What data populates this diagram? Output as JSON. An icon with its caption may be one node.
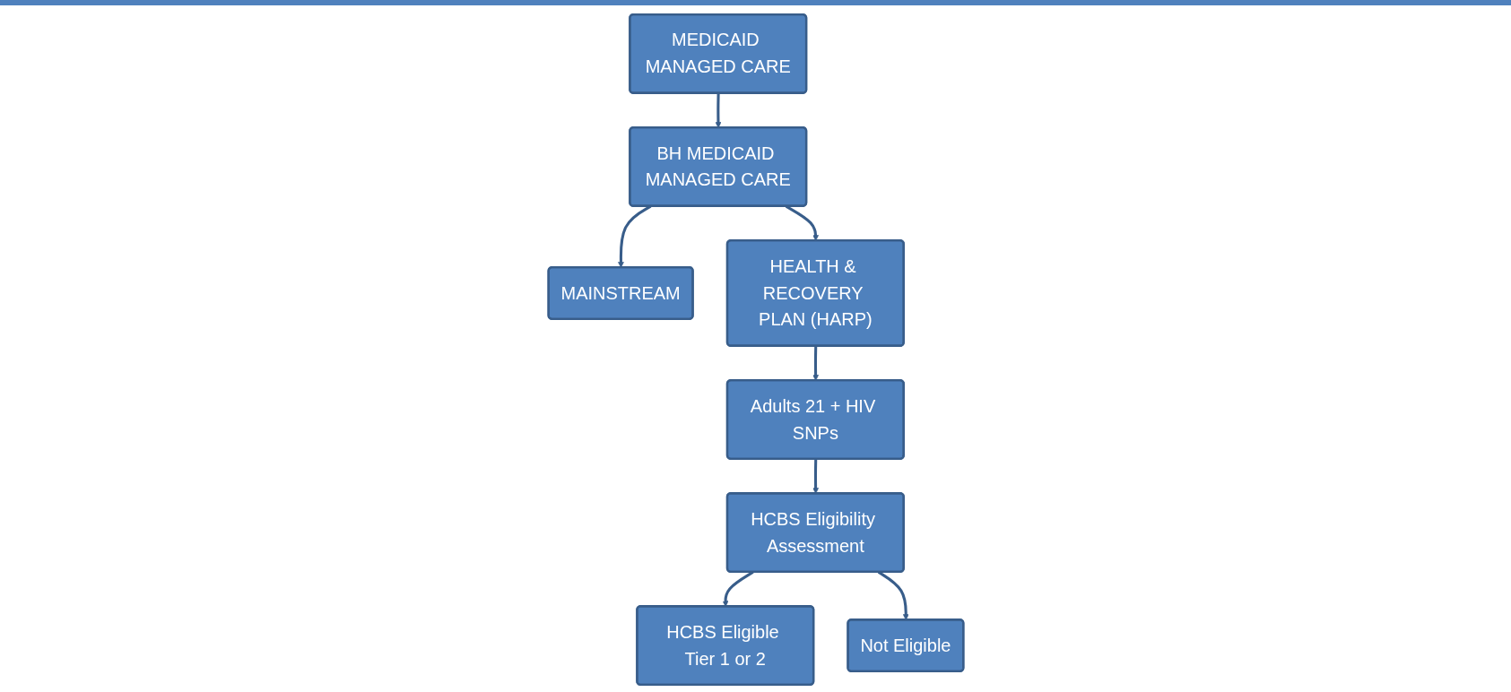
{
  "diagram": {
    "nodes": [
      {
        "text": [
          "MEDICAID MANAGED CARE"
        ]
      },
      {
        "text": [
          "BH MEDICAID MANAGED CARE"
        ]
      },
      {
        "text": [
          "MAINSTREAM"
        ]
      },
      {
        "text": [
          "HEALTH & RECOVERY PLAN (HARP)"
        ]
      },
      {
        "text": [
          "Adults 21 + HIV SNPs"
        ]
      },
      {
        "text": [
          "HCBS Eligibility Assessment"
        ]
      },
      {
        "text": [
          "HCBS Eligible Tier 1 or 2"
        ]
      },
      {
        "text": [
          "Not Eligible"
        ]
      }
    ],
    "edges": [
      {
        "from": 0,
        "to": 1,
        "arrow": "to"
      },
      {
        "from": 1,
        "to": 2,
        "arrow": "to"
      },
      {
        "from": 1,
        "to": 3,
        "arrow": "to"
      },
      {
        "from": 3,
        "to": 4,
        "arrow": "to"
      },
      {
        "from": 4,
        "to": 5,
        "arrow": "to"
      },
      {
        "from": 5,
        "to": 6,
        "arrow": "to"
      },
      {
        "from": 5,
        "to": 7,
        "arrow": "to"
      }
    ]
  }
}
